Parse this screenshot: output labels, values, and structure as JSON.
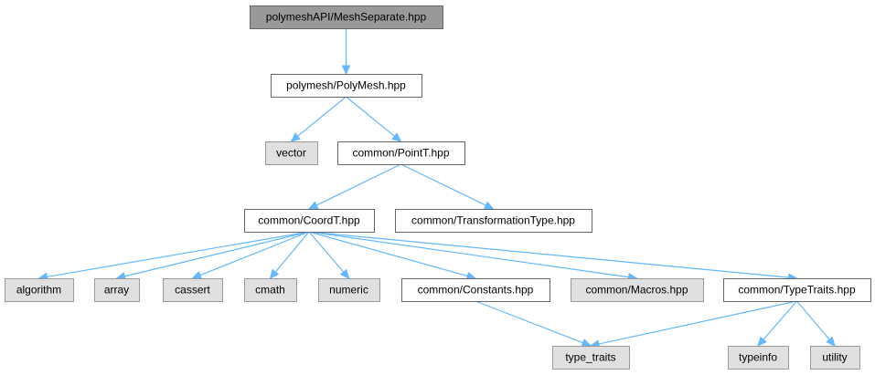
{
  "graph": {
    "nodes": [
      {
        "id": "root",
        "label": "polymeshAPI/MeshSeparate.hpp",
        "kind": "root"
      },
      {
        "id": "polymesh",
        "label": "polymesh/PolyMesh.hpp",
        "kind": "normal"
      },
      {
        "id": "vector",
        "label": "vector",
        "kind": "external"
      },
      {
        "id": "pointt",
        "label": "common/PointT.hpp",
        "kind": "normal"
      },
      {
        "id": "coordt",
        "label": "common/CoordT.hpp",
        "kind": "normal"
      },
      {
        "id": "transtype",
        "label": "common/TransformationType.hpp",
        "kind": "normal"
      },
      {
        "id": "algorithm",
        "label": "algorithm",
        "kind": "external"
      },
      {
        "id": "array",
        "label": "array",
        "kind": "external"
      },
      {
        "id": "cassert",
        "label": "cassert",
        "kind": "external"
      },
      {
        "id": "cmath",
        "label": "cmath",
        "kind": "external"
      },
      {
        "id": "numeric",
        "label": "numeric",
        "kind": "external"
      },
      {
        "id": "constants",
        "label": "common/Constants.hpp",
        "kind": "normal"
      },
      {
        "id": "macros",
        "label": "common/Macros.hpp",
        "kind": "external"
      },
      {
        "id": "typetraits",
        "label": "common/TypeTraits.hpp",
        "kind": "normal"
      },
      {
        "id": "type_traits",
        "label": "type_traits",
        "kind": "external"
      },
      {
        "id": "typeinfo",
        "label": "typeinfo",
        "kind": "external"
      },
      {
        "id": "utility",
        "label": "utility",
        "kind": "external"
      }
    ],
    "edges": [
      [
        "root",
        "polymesh"
      ],
      [
        "polymesh",
        "vector"
      ],
      [
        "polymesh",
        "pointt"
      ],
      [
        "pointt",
        "coordt"
      ],
      [
        "pointt",
        "transtype"
      ],
      [
        "coordt",
        "algorithm"
      ],
      [
        "coordt",
        "array"
      ],
      [
        "coordt",
        "cassert"
      ],
      [
        "coordt",
        "cmath"
      ],
      [
        "coordt",
        "numeric"
      ],
      [
        "coordt",
        "constants"
      ],
      [
        "coordt",
        "macros"
      ],
      [
        "coordt",
        "typetraits"
      ],
      [
        "constants",
        "type_traits"
      ],
      [
        "typetraits",
        "type_traits"
      ],
      [
        "typetraits",
        "typeinfo"
      ],
      [
        "typetraits",
        "utility"
      ]
    ],
    "colors": {
      "edge": "#63b8ff",
      "root_fill": "#999999",
      "normal_fill": "#ffffff",
      "external_fill": "#e0e0e0"
    }
  }
}
